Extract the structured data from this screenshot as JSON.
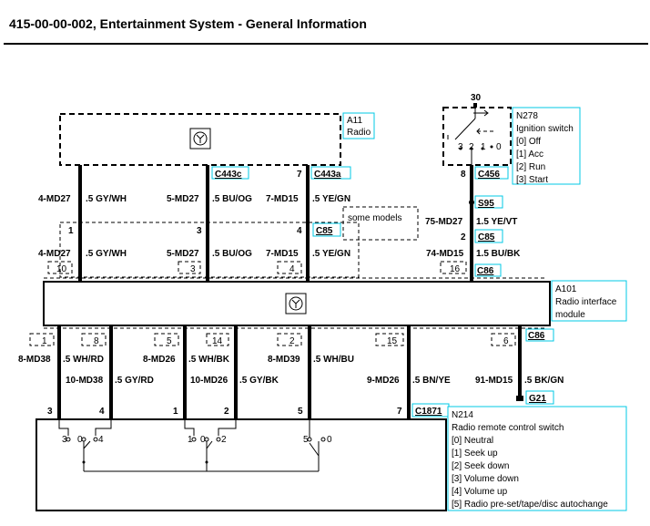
{
  "title": "415-00-00-002, Entertainment System - General Information",
  "components": {
    "a11": {
      "id": "A11",
      "name": "Radio"
    },
    "n278": {
      "id": "N278",
      "name": "Ignition switch",
      "pin_top": "30",
      "positions": [
        "[0] Off",
        "[1] Acc",
        "[2] Run",
        "[3] Start"
      ],
      "switch_marks": [
        "3",
        "2",
        "1",
        "0"
      ]
    },
    "a101": {
      "id": "A101",
      "name_line1": "Radio interface",
      "name_line2": "module"
    },
    "n214": {
      "id": "N214",
      "name": "Radio remote control switch",
      "positions": [
        "[0] Neutral",
        "[1] Seek up",
        "[2] Seek down",
        "[3] Volume down",
        "[4] Volume up",
        "[5] Radio pre-set/tape/disc autochange"
      ]
    },
    "some_models": "some models"
  },
  "connectors": {
    "c443c": "C443c",
    "c443a": "C443a",
    "c456": "C456",
    "s95": "S95",
    "c85_a": "C85",
    "c85_b": "C85",
    "c86_a": "C86",
    "c86_b": "C86",
    "c1871": "C1871",
    "g21": "G21"
  },
  "wires_upper": [
    {
      "circuit": "4-MD27",
      "color": ".5 GY/WH"
    },
    {
      "circuit": "5-MD27",
      "color": ".5 BU/OG"
    },
    {
      "circuit": "7-MD15",
      "color": ".5 YE/GN"
    },
    {
      "circuit": "75-MD27",
      "color": "1.5 YE/VT"
    }
  ],
  "wires_middle": [
    {
      "circuit": "4-MD27",
      "color": ".5 GY/WH"
    },
    {
      "circuit": "5-MD27",
      "color": ".5 BU/OG"
    },
    {
      "circuit": "7-MD15",
      "color": ".5 YE/GN"
    },
    {
      "circuit": "74-MD15",
      "color": "1.5 BU/BK"
    }
  ],
  "wires_lower": [
    {
      "circuit": "8-MD38",
      "color": ".5 WH/RD"
    },
    {
      "circuit": "10-MD38",
      "color": ".5 GY/RD"
    },
    {
      "circuit": "8-MD26",
      "color": ".5 WH/BK"
    },
    {
      "circuit": "10-MD26",
      "color": ".5 GY/BK"
    },
    {
      "circuit": "8-MD39",
      "color": ".5 WH/BU"
    },
    {
      "circuit": "9-MD26",
      "color": ".5 BN/YE"
    },
    {
      "circuit": "91-MD15",
      "color": ".5 BK/GN"
    }
  ],
  "pins": {
    "a11_c443a": "7",
    "n278_c456": "8",
    "c85_1": "1",
    "c85_3": "3",
    "c85_4": "4",
    "c85_2": "2",
    "c86_upper": [
      "10",
      "3",
      "4",
      "16"
    ],
    "c86_lower": [
      "1",
      "8",
      "5",
      "14",
      "2",
      "15",
      "6"
    ],
    "c1871": [
      "3",
      "4",
      "1",
      "2",
      "5",
      "7"
    ],
    "n214_switch_marks": [
      "3",
      "0",
      "4",
      "1",
      "0",
      "2",
      "5",
      "0"
    ]
  }
}
